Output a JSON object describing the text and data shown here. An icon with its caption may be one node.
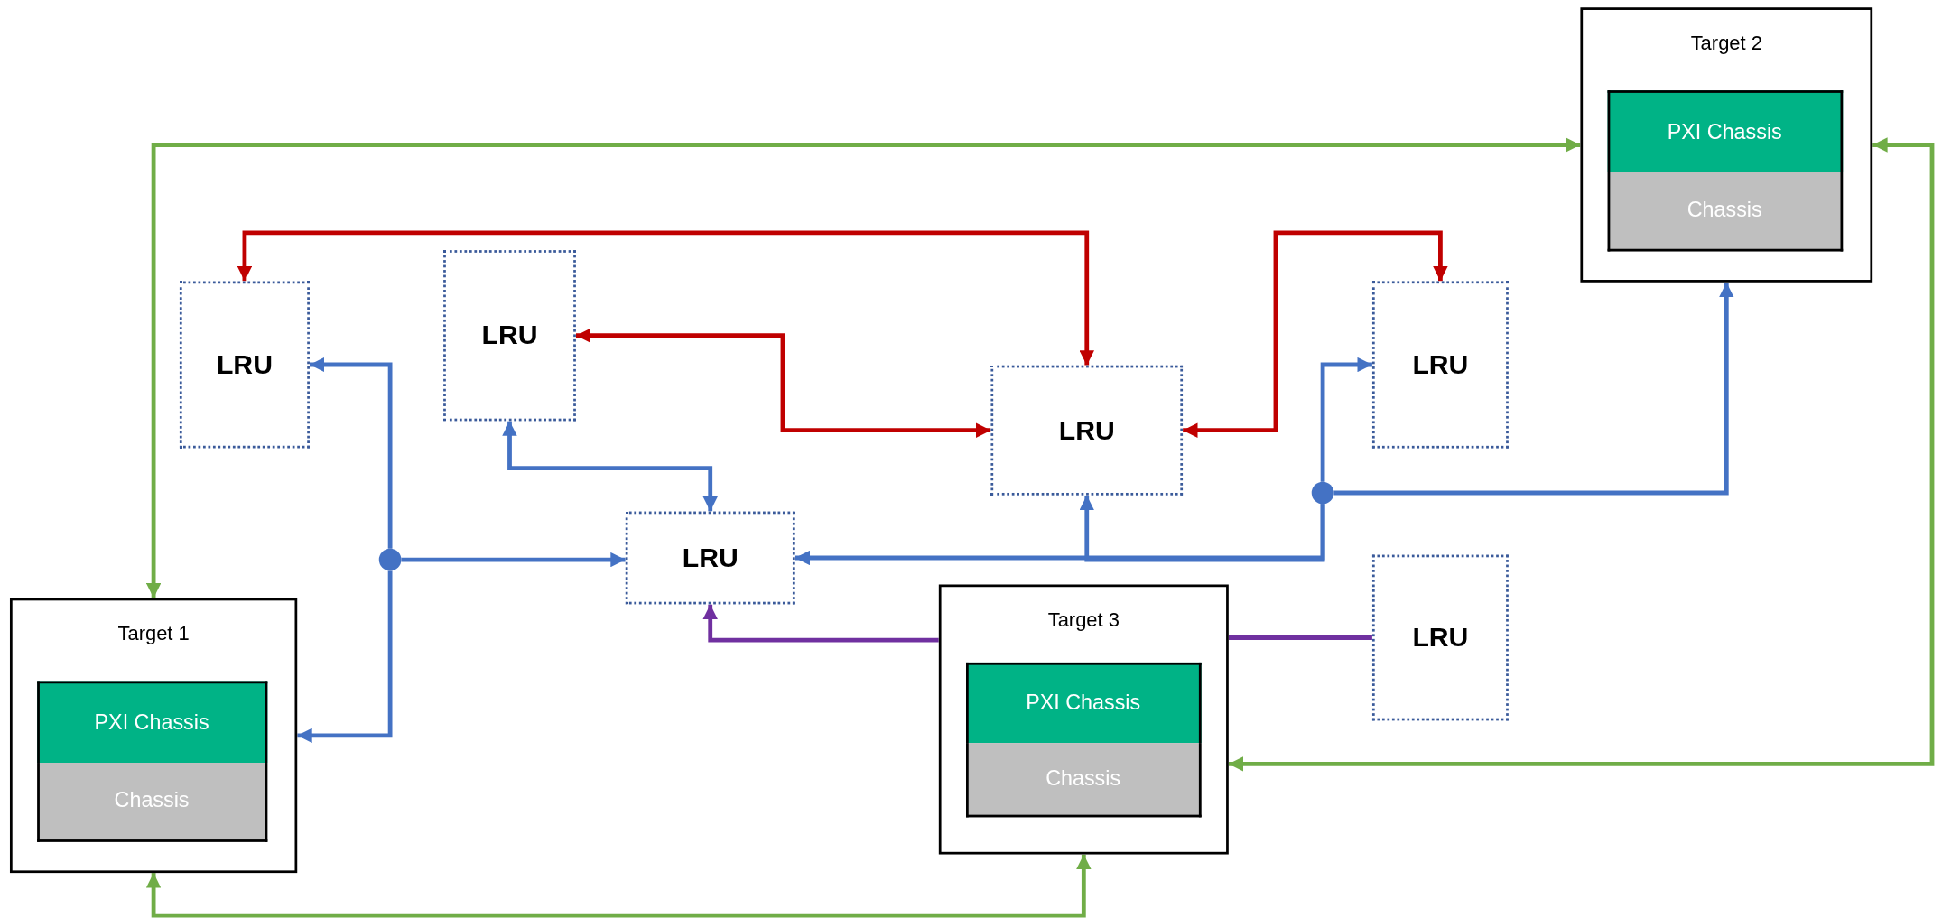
{
  "diagram": {
    "nodes": [
      {
        "text": [
          "Target 2"
        ]
      },
      {
        "text": [
          "PXI Chassis"
        ],
        "in": 0
      },
      {
        "text": [
          "Chassis"
        ],
        "in": 0
      },
      {
        "text": [
          "LRU"
        ]
      },
      {
        "text": [
          "LRU"
        ]
      },
      {
        "text": [
          "LRU"
        ]
      },
      {
        "text": [
          "LRU"
        ]
      },
      {
        "text": [],
        "shape": "circle"
      },
      {
        "text": [
          "LRU"
        ]
      },
      {
        "text": [],
        "shape": "circle"
      },
      {
        "text": [
          "Target 1"
        ]
      },
      {
        "text": [
          "PXI Chassis"
        ],
        "in": 10
      },
      {
        "text": [
          "Chassis"
        ],
        "in": 10
      },
      {
        "text": [
          "Target 3"
        ]
      },
      {
        "text": [
          "PXI Chassis"
        ],
        "in": 13
      },
      {
        "text": [
          "Chassis"
        ],
        "in": 13
      },
      {
        "text": [
          "LRU"
        ]
      }
    ],
    "edges": [
      {
        "from": 10,
        "to": 0,
        "arrow": "both",
        "color": "#70ad47"
      },
      {
        "from": 0,
        "to": 13,
        "arrow": "both",
        "color": "#70ad47"
      },
      {
        "from": 10,
        "to": 13,
        "arrow": "both",
        "color": "#70ad47"
      },
      {
        "from": 3,
        "to": 6,
        "arrow": "both",
        "color": "#c00000"
      },
      {
        "from": 4,
        "to": 6,
        "arrow": "both",
        "color": "#c00000"
      },
      {
        "from": 6,
        "to": 5,
        "arrow": "both",
        "color": "#c00000"
      },
      {
        "from": 7,
        "to": 3,
        "arrow": "to"
      },
      {
        "from": 7,
        "to": 8,
        "arrow": "to"
      },
      {
        "from": 7,
        "to": 10,
        "arrow": "to"
      },
      {
        "from": 4,
        "to": 8,
        "arrow": "both"
      },
      {
        "from": 9,
        "to": 5,
        "arrow": "to"
      },
      {
        "from": 9,
        "to": 0,
        "arrow": "to"
      },
      {
        "from": 9,
        "to": 8,
        "arrow": "to"
      },
      {
        "from": 9,
        "to": 6,
        "arrow": "to"
      },
      {
        "from": 13,
        "to": 8,
        "arrow": "to",
        "color": "#7030a0"
      },
      {
        "from": 13,
        "to": 16,
        "arrow": "none",
        "color": "#7030a0"
      }
    ]
  }
}
